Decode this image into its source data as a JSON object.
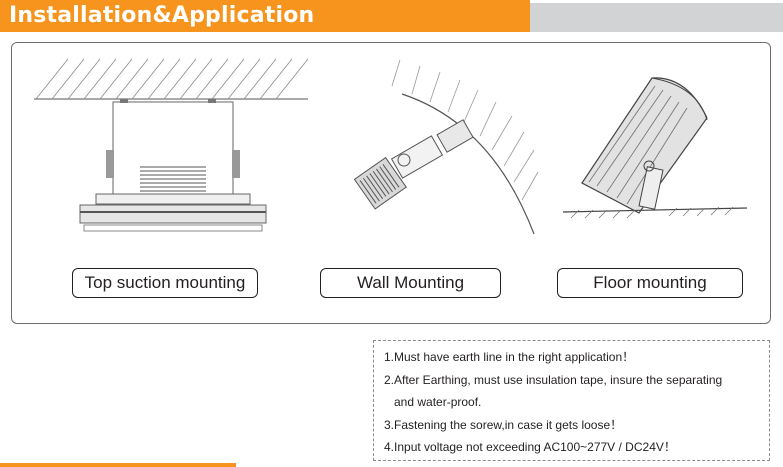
{
  "header": {
    "title": "Installation&Application"
  },
  "mountings": [
    {
      "label": "Top suction mounting"
    },
    {
      "label": "Wall Mounting"
    },
    {
      "label": "Floor mounting"
    }
  ],
  "notes": [
    "1.Must have earth line in the right application！",
    "2.After Earthing, must use insulation tape, insure the separating",
    "and water-proof.",
    "3.Fastening the sorew,in case it gets loose！",
    "4.Input voltage not exceeding AC100~277V / DC24V！"
  ],
  "colors": {
    "accent": "#f7941d",
    "header_gray": "#d1d3d4",
    "border": "#6d6e71"
  }
}
